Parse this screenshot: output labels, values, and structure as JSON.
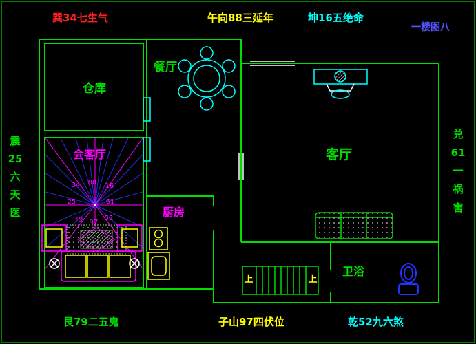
{
  "title": "一楼图八",
  "annotations": {
    "top_left": "巽34七生气",
    "top_center": "午向88三延年",
    "top_right": "坤16五绝命",
    "bottom_left": "艮79二五鬼",
    "bottom_center": "子山97四伏位",
    "bottom_right": "乾52九六煞",
    "left_column": [
      "震",
      "25",
      "六",
      "天",
      "医"
    ],
    "right_column": [
      "兑",
      "61",
      "一",
      "祸",
      "害"
    ]
  },
  "rooms": {
    "storage": "仓库",
    "dining": "餐厅",
    "reception": "会客厅",
    "living": "客厅",
    "kitchen": "厨房",
    "bathroom": "卫浴"
  },
  "stairs": {
    "label_left": "上",
    "label_right": "上"
  },
  "compass_numbers": {
    "nw": "34",
    "n": "88",
    "ne": "16",
    "w": "25",
    "e": "61",
    "sw": "79",
    "s": "97",
    "se": "52"
  },
  "colors": {
    "background": "#000000",
    "wall_green": "#00dd00",
    "cyan": "#00ffff",
    "magenta": "#ff00ff",
    "yellow": "#ffff00",
    "red": "#ff2222",
    "title_blue": "#5555ff",
    "ray_blue": "#2a2ae6",
    "white": "#ffffff"
  }
}
